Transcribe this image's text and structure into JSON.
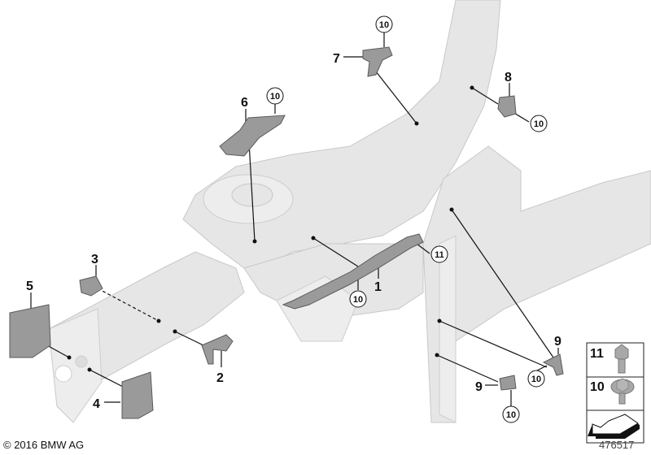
{
  "callouts": {
    "p1": "1",
    "p2": "2",
    "p3": "3",
    "p4": "4",
    "p5": "5",
    "p6": "6",
    "p7": "7",
    "p8": "8",
    "p9a": "9",
    "p9b": "9",
    "c10": "10",
    "c11": "11"
  },
  "legend": {
    "items": [
      {
        "number": "11",
        "icon": "bolt-with-collar-icon"
      },
      {
        "number": "10",
        "icon": "bolt-with-washer-icon"
      }
    ],
    "arrow_icon": "direction-arrow-icon"
  },
  "footer": {
    "copyright": "© 2016 BMW AG",
    "diagram_id": "476517"
  }
}
